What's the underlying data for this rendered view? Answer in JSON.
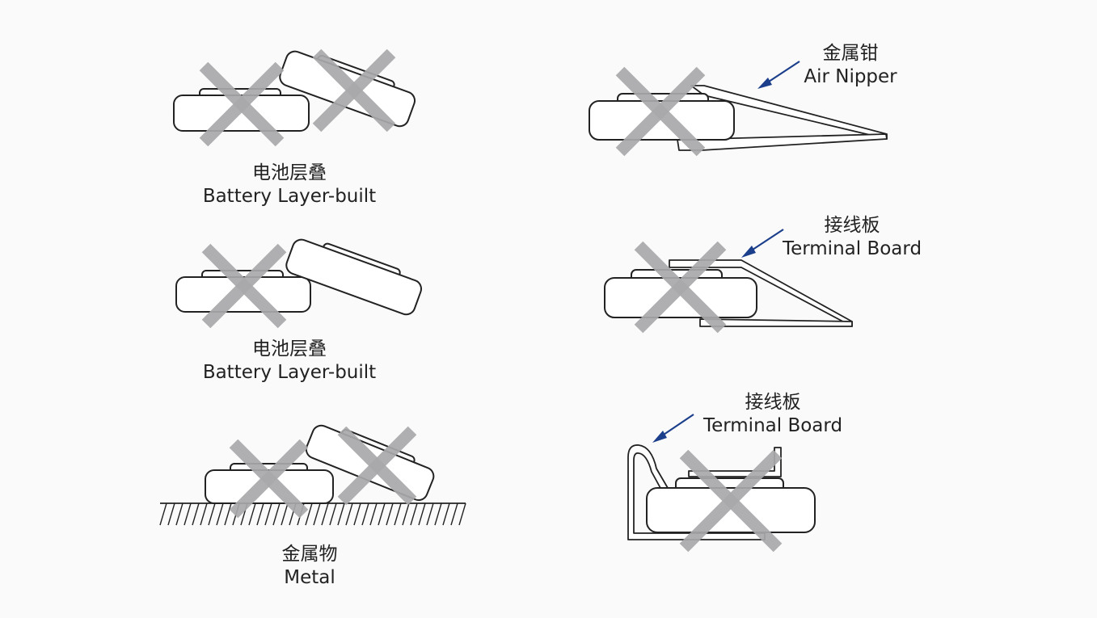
{
  "panels": [
    {
      "id": "stacked-tilted",
      "label_zh": "电池层叠",
      "label_en": "Battery Layer-built"
    },
    {
      "id": "stacked-leaning",
      "label_zh": "电池层叠",
      "label_en": "Battery Layer-built"
    },
    {
      "id": "on-metal",
      "label_zh": "金属物",
      "label_en": "Metal"
    },
    {
      "id": "air-nipper",
      "label_zh": "金属钳",
      "label_en": "Air Nipper"
    },
    {
      "id": "terminal-board-1",
      "label_zh": "接线板",
      "label_en": "Terminal Board"
    },
    {
      "id": "terminal-board-2",
      "label_zh": "接线板",
      "label_en": "Terminal Board"
    }
  ],
  "colors": {
    "cross": "#a9a9ab",
    "arrow": "#1c3f8c",
    "outline": "#222222"
  }
}
